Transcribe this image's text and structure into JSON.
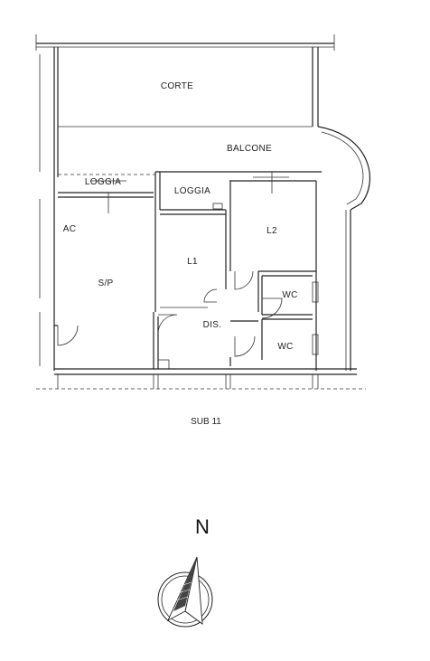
{
  "rooms": {
    "corte": "CORTE",
    "balcone": "BALCONE",
    "loggia_left": "LOGGIA",
    "loggia_right": "LOGGIA",
    "ac": "AC",
    "sp": "S/P",
    "l1": "L1",
    "l2": "L2",
    "wc_top": "WC",
    "wc_bottom": "WC",
    "dis": "DIS."
  },
  "sub_label": "SUB 11",
  "north_label": "N",
  "icons": [
    "north-arrow-icon",
    "compass-rose-icon"
  ]
}
